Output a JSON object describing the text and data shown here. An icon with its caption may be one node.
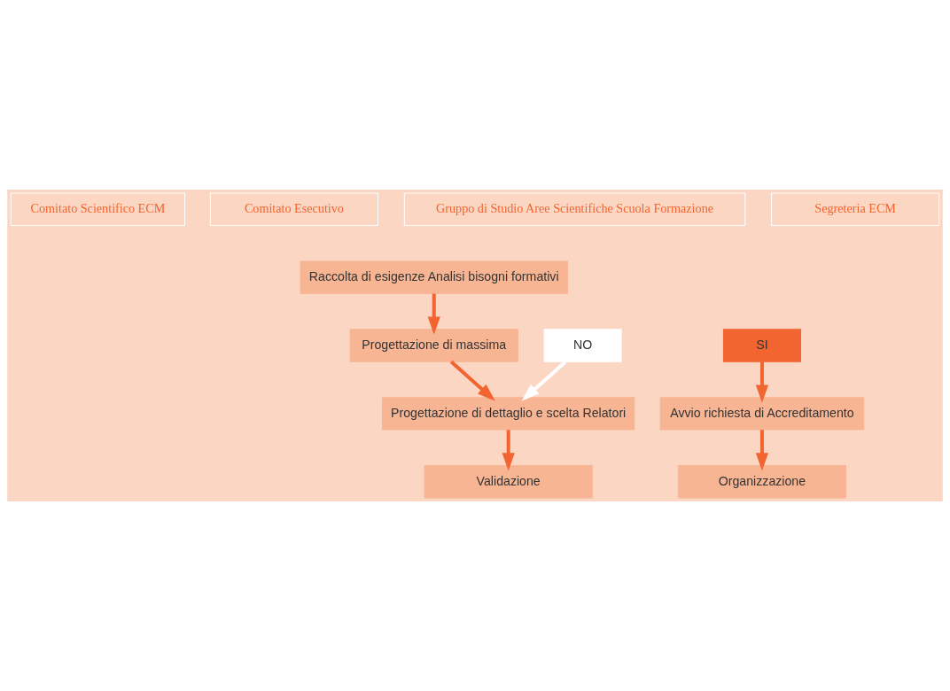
{
  "diagram": {
    "nodes": [
      {
        "text": [
          "Comitato Scientifico ECM"
        ]
      },
      {
        "text": [
          "Comitato Esecutivo"
        ]
      },
      {
        "text": [
          "Gruppo di Studio Aree Scientifiche Scuola Formazione"
        ]
      },
      {
        "text": [
          "Segreteria ECM"
        ]
      },
      {
        "text": [
          "Raccolta di esigenze Analisi bisogni formativi"
        ]
      },
      {
        "text": [
          "Progettazione di massima"
        ]
      },
      {
        "text": [
          "Progettazione di dettaglio e scelta Relatori"
        ]
      },
      {
        "text": [
          "Validazione"
        ]
      },
      {
        "text": [
          "SI"
        ]
      },
      {
        "text": [
          "NO"
        ]
      },
      {
        "text": [
          "Avvio richiesta di Accreditamento"
        ]
      },
      {
        "text": [
          "Organizzazione"
        ]
      }
    ],
    "edges": [
      {
        "from": 4,
        "to": 5,
        "arrow": "to"
      },
      {
        "from": 5,
        "to": 6,
        "arrow": "to"
      },
      {
        "from": 6,
        "to": 7,
        "arrow": "to"
      },
      {
        "from": 9,
        "to": 6,
        "arrow": "to",
        "color": "#ffffff"
      },
      {
        "from": 8,
        "to": 10,
        "arrow": "to"
      },
      {
        "from": 10,
        "to": 11,
        "arrow": "to"
      }
    ]
  }
}
